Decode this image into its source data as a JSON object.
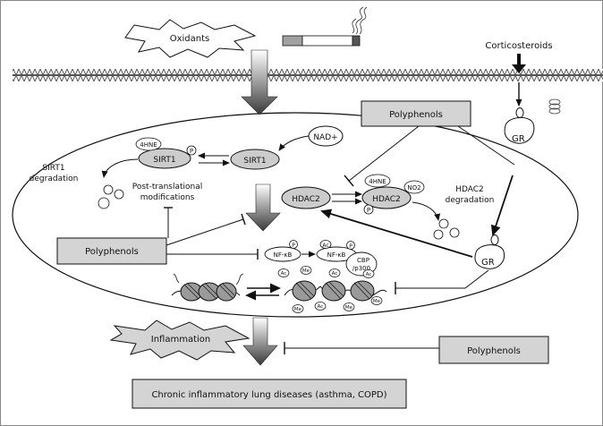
{
  "labels": {
    "oxidants": "Oxidants",
    "corticosteroids": "Corticosteroids",
    "polyphenols_top": "Polyphenols",
    "polyphenols_left": "Polyphenols",
    "polyphenols_bottom": "Polyphenols",
    "gr_top": "GR",
    "gr_inner": "GR",
    "nad": "NAD+",
    "sirt1_mod": "SIRT1",
    "sirt1": "SIRT1",
    "hne_sirt1": "4HNE",
    "p_sirt1": "P",
    "sirt1_degradation_1": "SIRT1",
    "sirt1_degradation_2": "degradation",
    "ptm_1": "Post-translational",
    "ptm_2": "modifications",
    "hdac2": "HDAC2",
    "hdac2_mod": "HDAC2",
    "hne_hdac2": "4HNE",
    "no2": "NO2",
    "p_hdac2": "P",
    "hdac2_degradation_1": "HDAC2",
    "hdac2_degradation_2": "degradation",
    "nfkb_1": "NF-κB",
    "nfkb_2": "NF-κB",
    "p_nfkb1": "P",
    "ac_nfkb2": "Ac",
    "p_nfkb2": "P",
    "cbp_1": "CBP",
    "cbp_2": "/p300",
    "ac_h1": "Ac",
    "me_h1": "Me",
    "ac_h2": "Ac",
    "me_h2": "Me",
    "ac_h3": "Ac",
    "me_h3": "Me",
    "me_h4": "Me",
    "ac_h4": "Ac",
    "inflammation": "Inflammation",
    "chronic": "Chronic inflammatory lung diseases (asthma, COPD)"
  },
  "colors": {
    "box_fill": "#d4d4d4",
    "node_fill": "#cccccc",
    "membrane": "#9a9a9a",
    "line": "#222222"
  }
}
